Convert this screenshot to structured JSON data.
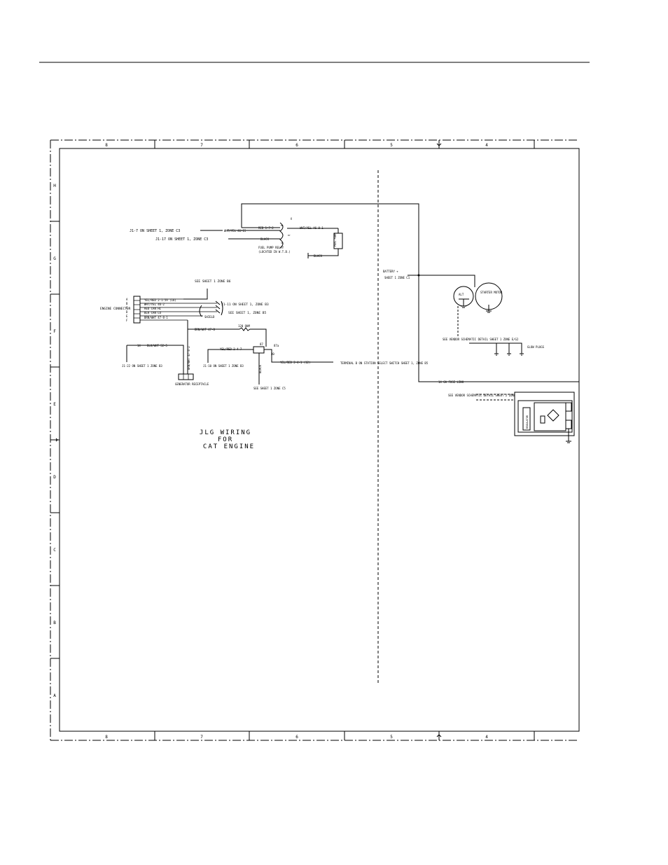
{
  "frame": {
    "columns": [
      "8",
      "7",
      "6",
      "5",
      "4"
    ],
    "rows": [
      "H",
      "G",
      "F",
      "E",
      "D",
      "C",
      "B",
      "A"
    ]
  },
  "title_block": {
    "line1": "JLG WIRING",
    "line2": "FOR",
    "line3": "CAT ENGINE"
  },
  "fuel_pump": {
    "j1_7": "J1-7 ON SHEET 1, ZONE C3",
    "j1_17": "J1-17 ON SHEET 1, ZONE C3",
    "wire_wht_yel": "WHT/YEL 46-15",
    "wire_red": "RED 1-7-2",
    "wire_black": "BLACK",
    "wire_wht_yel_out": "WHT/YEL 46-8-1",
    "wire_black_out": "BLACK",
    "relay_label": "FUEL PUMP RELAY",
    "relay_loc": "(LOCATED IN W.T.B.)",
    "pump_label": "FUEL PUMP",
    "pin_85": "85",
    "pin_86": "86",
    "pin_87": "87",
    "pin_30": "30"
  },
  "engine_connector": {
    "label": "ENGINE CONNECTOR",
    "see_note": "SEE SHEET 1 ZONE B6",
    "pins": [
      "A",
      "B",
      "C",
      "D",
      "E",
      "F"
    ],
    "wires": [
      "YEL/RED 2-1-59 (16)",
      "WHT/YEL 46-2",
      "RED CAN HI",
      "BLK CAN LO",
      "SHIELD",
      "BRN/WHT 47-8-1"
    ],
    "j1_note": "J1-11 ON SHEET 1, ZONE B3",
    "see_note_2": "SEE SHEET 1, ZONE B5",
    "shield": "SHIELD"
  },
  "generator": {
    "wire_brn": "BRN/WHT 47-8",
    "resistor": "120 OHM",
    "j1_22_wire": "BLK/WHT 52-5",
    "j1_22_pin": "14",
    "j1_22_note": "J1-22 ON SHEET 1 ZONE B3",
    "receptacle": "GENERATOR RECEPTACLE",
    "vert_wire": "BRN/WHT 47-8-2"
  },
  "relay_87": {
    "wire_yel": "YEL/RED 2-4-7",
    "pin_87": "87",
    "pin_87a": "87a",
    "pin_30": "30",
    "j1_10": "J1-10 ON SHEET 1 ZONE B3",
    "wire_out": "YEL/RED 2-4-1 (12)",
    "terminal_note": "TERMINAL B ON STATION SELECT SWITCH SHEET 1, ZONE B5",
    "see_sheet": "SEE SHEET 1 ZONE C5",
    "vert_wire": "BLACK"
  },
  "battery": {
    "label": "BATTERY +",
    "note": "SHEET 1 ZONE C1",
    "starter": "STARTER MOTOR",
    "alt": "ALT",
    "fuse_line": "14 GA FUSE LINK",
    "vendor_note1": "SEE VENDOR SCHEMATIC DETAIL SHEET 1 ZONE E/G2",
    "glow": "GLOW PLUGS",
    "vendor_note2": "SEE VENDOR SCHEMATIC DETAIL SHEET 2 ZONE G/E2",
    "regulator": "REGULATOR"
  }
}
